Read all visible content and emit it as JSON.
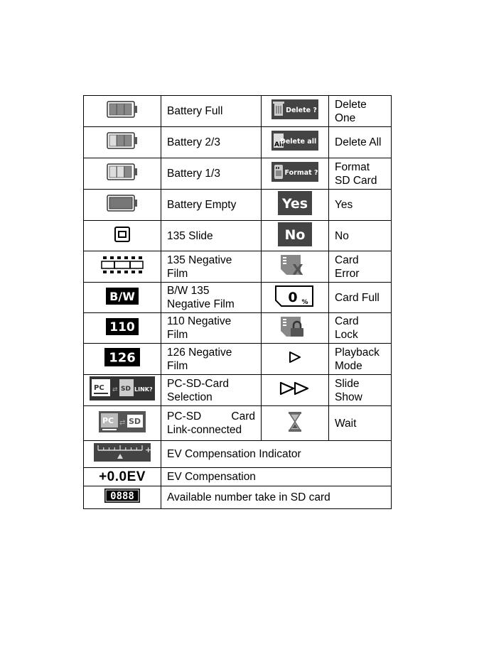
{
  "table": {
    "rows": [
      {
        "icon": "battery-full-icon",
        "label": "Battery Full",
        "icon2": "delete-one-icon",
        "icon2_text": "Delete ?",
        "label2": "Delete\nOne"
      },
      {
        "icon": "battery-two-thirds-icon",
        "label": "Battery 2/3",
        "icon2": "delete-all-icon",
        "icon2_text": "Delete all ?",
        "icon2_sub": "All",
        "label2": "Delete All"
      },
      {
        "icon": "battery-one-third-icon",
        "label": "Battery 1/3",
        "icon2": "format-sd-card-icon",
        "icon2_text": "Format ?",
        "label2": "Format\nSD Card"
      },
      {
        "icon": "battery-empty-icon",
        "label": "Battery Empty",
        "icon2": "yes-icon",
        "icon2_text": "Yes",
        "label2": "Yes"
      },
      {
        "icon": "slide-135-icon",
        "label": "135 Slide",
        "icon2": "no-icon",
        "icon2_text": "No",
        "label2": "No"
      },
      {
        "icon": "negative-film-135-icon",
        "label": "135 Negative\nFilm",
        "icon2": "card-error-icon",
        "label2": "Card\nError"
      },
      {
        "icon": "bw-135-negative-film-icon",
        "icon_text": "B/W",
        "label": "B/W 135\nNegative Film",
        "icon2": "card-full-icon",
        "icon2_text": "0",
        "icon2_sub": "%",
        "label2": "Card Full"
      },
      {
        "icon": "negative-film-110-icon",
        "icon_text": "110",
        "label": "110 Negative\nFilm",
        "icon2": "card-lock-icon",
        "label2": "Card\nLock"
      },
      {
        "icon": "negative-film-126-icon",
        "icon_text": "126",
        "label": "126 Negative\nFilm",
        "icon2": "playback-mode-icon",
        "label2": "Playback\nMode"
      },
      {
        "icon": "pc-sd-card-selection-icon",
        "icon_text": "PC",
        "icon_text_b": "SD",
        "icon_text_c": "LINK?",
        "label": "PC-SD-Card\nSelection",
        "icon2": "slide-show-icon",
        "label2": "Slide\nShow"
      },
      {
        "icon": "pc-sd-link-connected-icon",
        "icon_text": "PC",
        "icon_text_b": "SD",
        "label_a": "PC-SD",
        "label_b": "Card",
        "label_c": "Link-connected",
        "icon2": "wait-icon",
        "label2": "Wait"
      }
    ],
    "wide_rows": [
      {
        "icon": "ev-compensation-indicator-icon",
        "label": "EV Compensation Indicator"
      },
      {
        "icon": "ev-compensation-icon",
        "icon_text": "+0.0EV",
        "label": "EV Compensation"
      },
      {
        "icon": "available-number-icon",
        "icon_text": "0888",
        "label": "Available number take in SD card"
      }
    ]
  }
}
